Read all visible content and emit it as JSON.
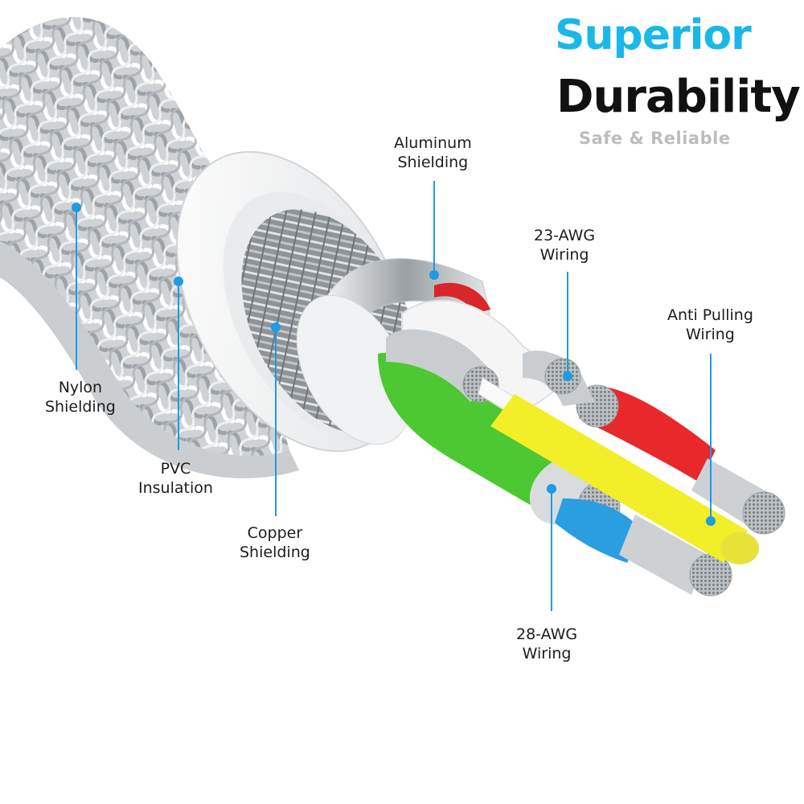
{
  "headline": {
    "line1": "Superior",
    "line2": "Durability",
    "tagline": "Safe & Reliable"
  },
  "colors": {
    "headline_accent": "#1ab8e8",
    "headline_dark": "#111111",
    "tagline_gray": "#bdbdbd",
    "callout_blue": "#1e9be6",
    "nylon_braid": "#cfd3d6",
    "pvc_jacket": "#ffffff",
    "copper_braid": "#9aa0a4",
    "aluminum_foil": "#d8dbdd",
    "wire_green": "#4cc832",
    "wire_red": "#e8282a",
    "wire_blue": "#2b9ee0",
    "wire_yellow": "#f2ee28",
    "wire_white": "#f4f4f4",
    "conductor_silver": "#b8bcbf"
  },
  "labels": {
    "nylon": {
      "line1": "Nylon",
      "line2": "Shielding"
    },
    "pvc": {
      "line1": "PVC",
      "line2": "Insulation"
    },
    "copper": {
      "line1": "Copper",
      "line2": "Shielding"
    },
    "aluminum": {
      "line1": "Aluminum",
      "line2": "Shielding"
    },
    "awg23": {
      "line1": "23-AWG",
      "line2": "Wiring"
    },
    "anti_pulling": {
      "line1": "Anti Pulling",
      "line2": "Wiring"
    },
    "awg28": {
      "line1": "28-AWG",
      "line2": "Wiring"
    }
  }
}
